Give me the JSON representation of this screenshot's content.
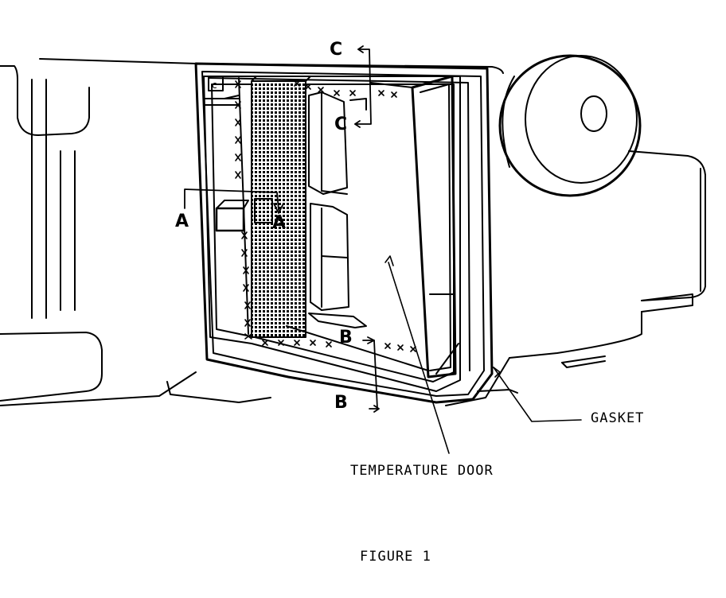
{
  "labels": {
    "gasket": "GASKET",
    "temperature_door": "TEMPERATURE DOOR"
  },
  "sections": {
    "a": "A",
    "b": "B",
    "c": "C"
  },
  "caption": "FIGURE 1",
  "colors": {
    "ink": "#000000",
    "paper": "#ffffff"
  }
}
